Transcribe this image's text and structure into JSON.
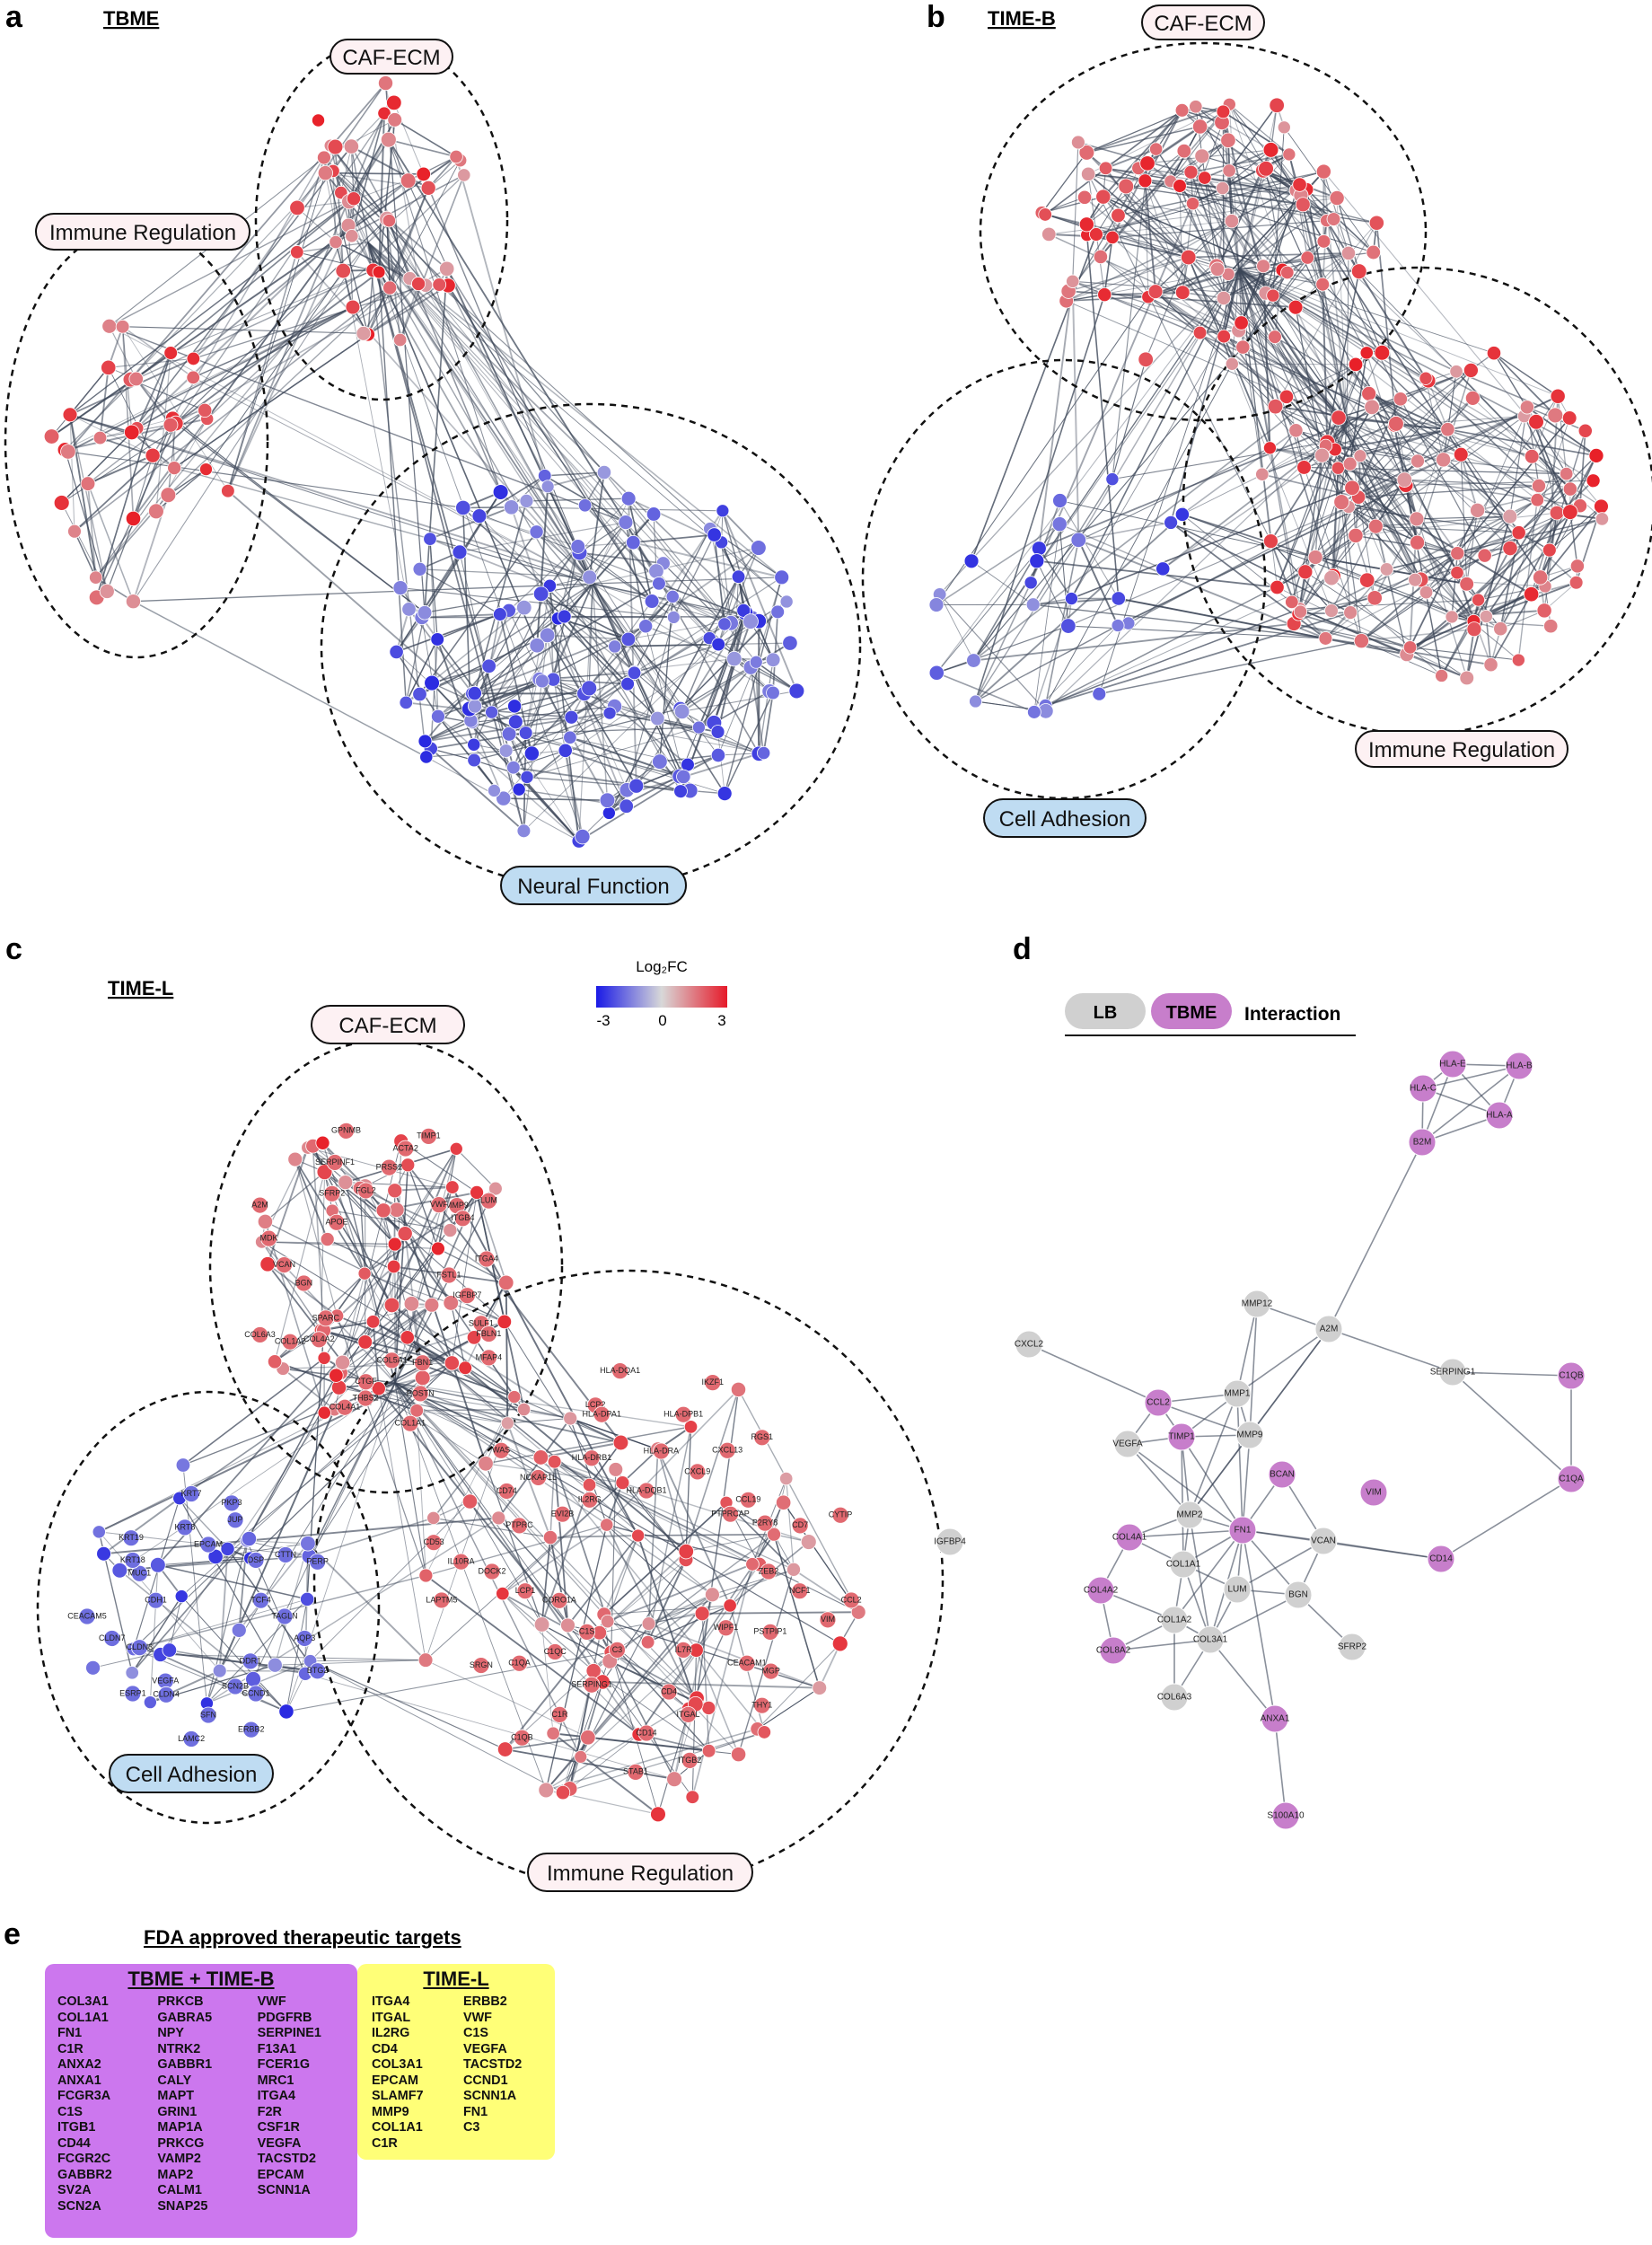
{
  "panels": {
    "a": {
      "letter": "a",
      "title": "TBME",
      "clusters": {
        "caf": "CAF-ECM",
        "immune": "Immune Regulation",
        "neural": "Neural Function"
      }
    },
    "b": {
      "letter": "b",
      "title": "TIME-B",
      "clusters": {
        "caf": "CAF-ECM",
        "immune": "Immune Regulation",
        "adhesion": "Cell Adhesion"
      }
    },
    "c": {
      "letter": "c",
      "title": "TIME-L",
      "clusters": {
        "caf": "CAF-ECM",
        "immune": "Immune Regulation",
        "adhesion": "Cell Adhesion"
      },
      "node_labels": [
        "FSTL1",
        "IGFBP7",
        "SULF1",
        "MFAP4",
        "FBLN1",
        "FBN1",
        "POSTN",
        "COL1A1",
        "COL5A1",
        "CTGF",
        "THBS2",
        "COL4A1",
        "COL4A2",
        "COL1A2",
        "COL6A3",
        "SPARC",
        "BGN",
        "VCAN",
        "MDK",
        "A2M",
        "APOE",
        "SFRP2",
        "SERPINF1",
        "GPNMB",
        "FGL2",
        "PRSS2",
        "ACTA2",
        "TIMP1",
        "MMP9",
        "LUM",
        "VWF",
        "ITGB4",
        "ITGA4",
        "TAGLN",
        "AQP3",
        "BTG2",
        "DDR1",
        "CCND1",
        "ERBB2",
        "SCN2B",
        "SFN",
        "LAMC2",
        "VEGFA",
        "ESRP1",
        "CLDN4",
        "CLDN3",
        "CLDN7",
        "CEACAM5",
        "CDH1",
        "MUC1",
        "KRT19",
        "KRT18",
        "KRT8",
        "KRT7",
        "EPCAM",
        "JUP",
        "PKP3",
        "DSP",
        "CTTN",
        "PERP",
        "TCF4",
        "ZEB2",
        "NCF1",
        "VIM",
        "CCL2",
        "WIPF1",
        "CEACAM1",
        "THY1",
        "PSTPIP1",
        "MGP",
        "ITGAL",
        "ITGB2",
        "IL7R",
        "CD4",
        "CD14",
        "STAB1",
        "C3",
        "SERPING1",
        "C1R",
        "C1QB",
        "C1S",
        "C1QC",
        "C1QA",
        "SRGN",
        "LAPTM5",
        "CORO1A",
        "LCP1",
        "DOCK2",
        "IL10RA",
        "CD53",
        "EVI2B",
        "NCKAP1L",
        "PTPRC",
        "CD74",
        "WAS",
        "LCP2",
        "IL2RG",
        "HLA-DRB1",
        "HLA-DPA1",
        "HLA-DQA1",
        "HLA-DQB1",
        "HLA-DRA",
        "HLA-DPB1",
        "IKZF1",
        "CCL19",
        "CXCL9",
        "CXCL13",
        "RGS1",
        "CD7",
        "CYTIP",
        "PTPRCAP",
        "P2RY8"
      ],
      "colorbar": {
        "title": "Log₂FC",
        "min": "-3",
        "mid": "0",
        "max": "3",
        "low_color": "#1a1ae6",
        "mid_color": "#d8d8d8",
        "high_color": "#e61a2a"
      }
    },
    "d": {
      "letter": "d",
      "legend": {
        "lb": "LB",
        "tbme": "TBME",
        "interaction": "Interaction",
        "lb_color": "#d0d0d0",
        "tbme_color": "#c77ecb"
      },
      "nodes": [
        "HLA-E",
        "HLA-B",
        "HLA-C",
        "HLA-A",
        "B2M",
        "MMP12",
        "CXCL2",
        "A2M",
        "SERPING1",
        "C1QB",
        "CCL2",
        "MMP1",
        "TIMP1",
        "VEGFA",
        "MMP9",
        "BCAN",
        "VIM",
        "C1QA",
        "MMP2",
        "FN1",
        "VCAN",
        "IGFBP4",
        "COL4A1",
        "COL1A1",
        "LUM",
        "BGN",
        "CD14",
        "COL4A2",
        "COL1A2",
        "COL3A1",
        "SFRP2",
        "COL8A2",
        "COL6A3",
        "ANXA1",
        "S100A10"
      ]
    },
    "e": {
      "letter": "e",
      "title": "FDA approved therapeutic targets",
      "tbme_timeb": {
        "title": "TBME + TIME-B",
        "col1": [
          "COL3A1",
          "COL1A1",
          "FN1",
          "C1R",
          "ANXA2",
          "ANXA1",
          "FCGR3A",
          "C1S",
          "ITGB1",
          "CD44",
          "FCGR2C",
          "GABBR2",
          "SV2A",
          "SCN2A"
        ],
        "col2": [
          "PRKCB",
          "GABRA5",
          "NPY",
          "NTRK2",
          "GABBR1",
          "CALY",
          "MAPT",
          "GRIN1",
          "MAP1A",
          "PRKCG",
          "VAMP2",
          "MAP2",
          "CALM1",
          "SNAP25"
        ],
        "col3": [
          "VWF",
          "PDGFRB",
          "SERPINE1",
          "F13A1",
          "FCER1G",
          "MRC1",
          "ITGA4",
          "F2R",
          "CSF1R",
          "VEGFA",
          "TACSTD2",
          "EPCAM",
          "SCNN1A"
        ]
      },
      "timel": {
        "title": "TIME-L",
        "col1": [
          "ITGA4",
          "ITGAL",
          "IL2RG",
          "CD4",
          "COL3A1",
          "EPCAM",
          "SLAMF7",
          "MMP9",
          "COL1A1",
          "C1R"
        ],
        "col2": [
          "ERBB2",
          "VWF",
          "C1S",
          "VEGFA",
          "TACSTD2",
          "CCND1",
          "SCNN1A",
          "FN1",
          "C3"
        ]
      }
    }
  }
}
